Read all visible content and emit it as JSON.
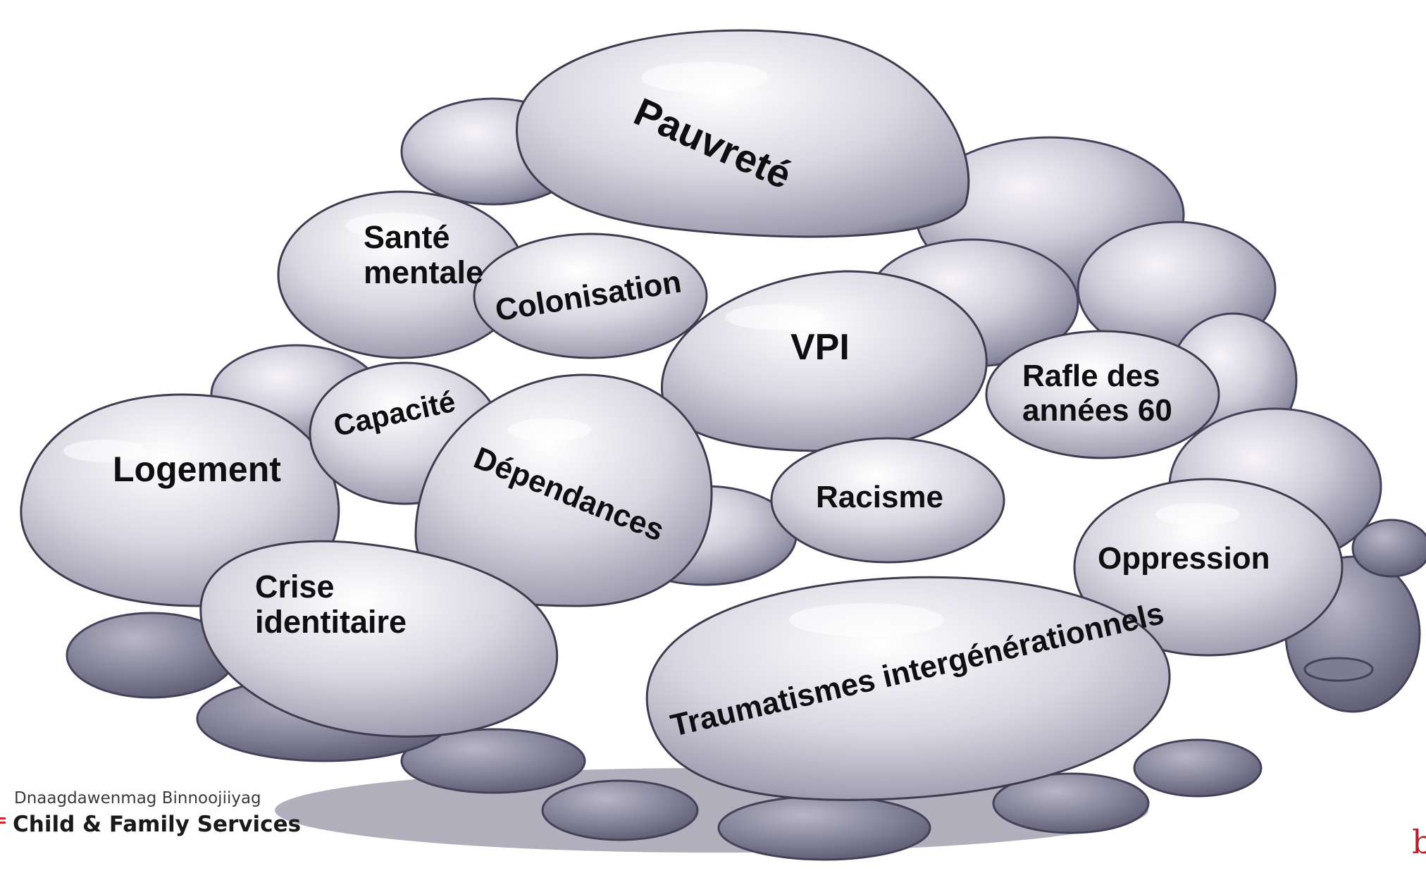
{
  "stones": {
    "pauvrete": "Pauvreté",
    "sante_line1": "Santé",
    "sante_line2": "mentale",
    "colonisation": "Colonisation",
    "vpi": "VPI",
    "rafle_line1": "Rafle des",
    "rafle_line2": "années 60",
    "capacite": "Capacité",
    "logement": "Logement",
    "dependances": "Dépendances",
    "racisme": "Racisme",
    "oppression": "Oppression",
    "crise_line1": "Crise",
    "crise_line2": "identitaire",
    "traumatismes": "Traumatismes intergénérationnels"
  },
  "logo": {
    "subtitle": "Dnaagdawenmag Binnoojiiyag",
    "title": "Child & Family Services"
  },
  "corner_mark": "b",
  "colors": {
    "stone_light": "#e8e6ee",
    "stone_mid": "#a9a7b8",
    "stone_dark": "#6c6a7e",
    "outline": "#3e3c4e",
    "label_text": "#0f0f12",
    "accent_red": "#d4262f"
  }
}
